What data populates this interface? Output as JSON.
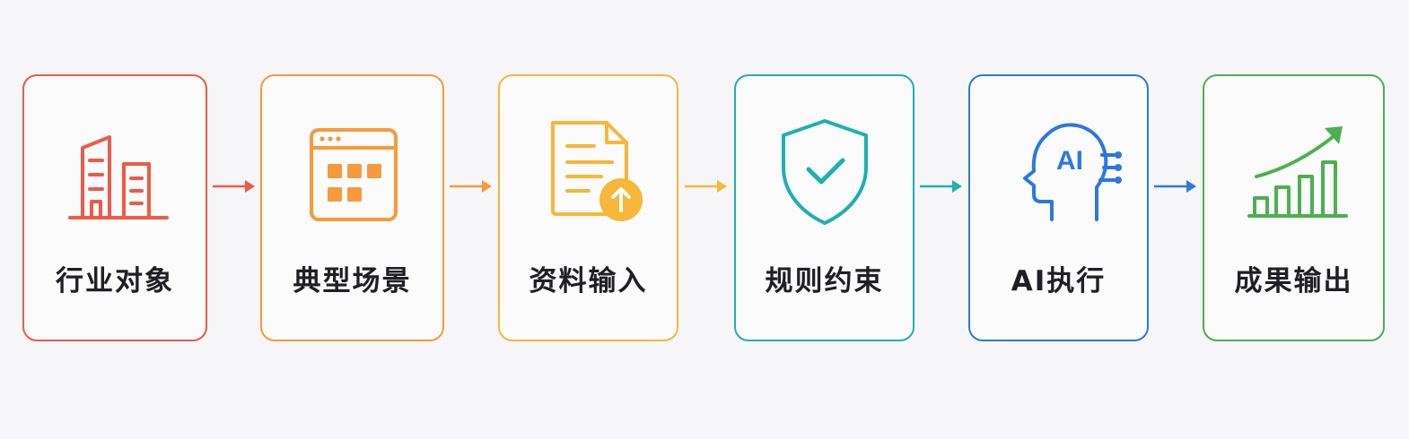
{
  "steps": [
    {
      "label": "行业对象",
      "icon": "building-icon",
      "color": "#ef5a48"
    },
    {
      "label": "典型场景",
      "icon": "app-window-grid-icon",
      "color": "#f79a3c"
    },
    {
      "label": "资料输入",
      "icon": "document-upload-icon",
      "color": "#f6b73a"
    },
    {
      "label": "规则约束",
      "icon": "shield-check-icon",
      "color": "#1fb0b0"
    },
    {
      "label": "AI执行",
      "icon": "ai-head-icon",
      "color": "#2d78e0",
      "icon_text": "AI"
    },
    {
      "label": "成果输出",
      "icon": "growth-chart-icon",
      "color": "#4cb050"
    }
  ],
  "arrows": [
    {
      "color": "#ef5a48"
    },
    {
      "color": "#f79a3c"
    },
    {
      "color": "#f6b73a"
    },
    {
      "color": "#1fb0b0"
    },
    {
      "color": "#2d78e0"
    }
  ]
}
